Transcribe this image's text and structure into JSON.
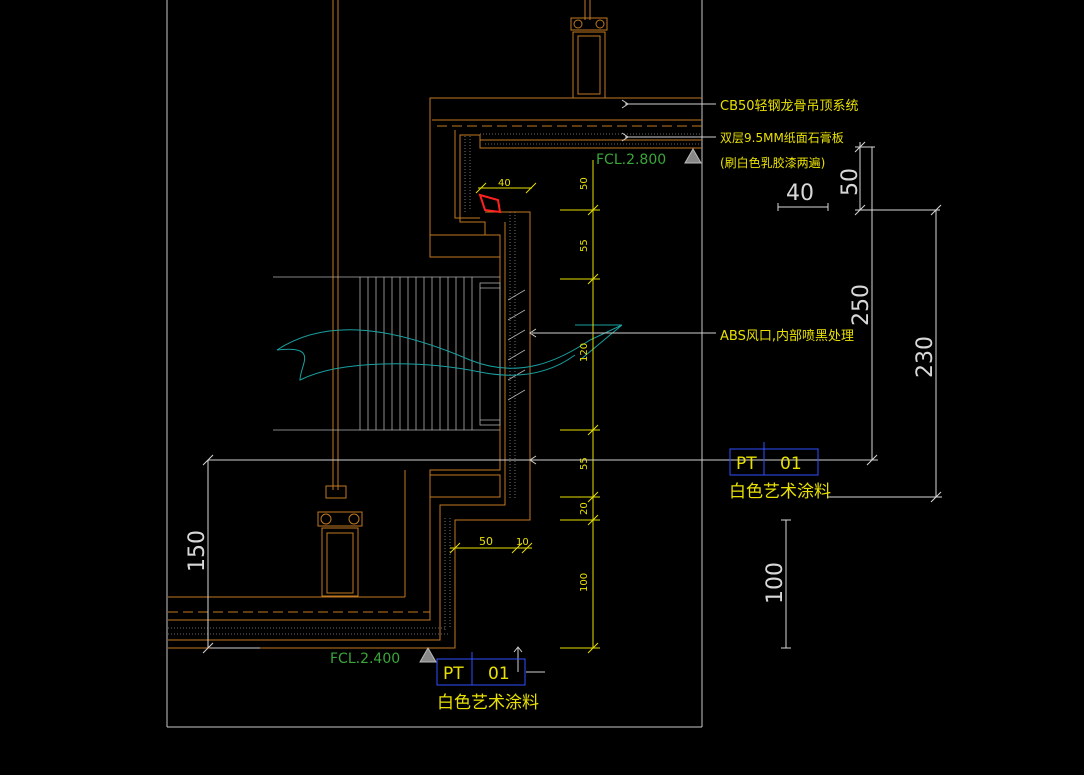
{
  "drawing": {
    "annotations": {
      "cb50": "CB50轻钢龙骨吊顶系统",
      "board_line1": "双层9.5MM纸面石膏板",
      "board_line2": "(刷白色乳胶漆两遍)",
      "abs": "ABS风口,内部喷黑处理",
      "fcl_upper": "FCL.2.800",
      "fcl_lower": "FCL.2.400"
    },
    "tags": {
      "right": {
        "code": "PT",
        "num": "01",
        "label": "白色艺术涂料"
      },
      "bottom": {
        "code": "PT",
        "num": "01",
        "label": "白色艺术涂料"
      }
    },
    "dims": {
      "d40_top": "40",
      "d50_v1": "50",
      "d55_v": "55",
      "d120_v": "120",
      "d55_v2": "55",
      "d20_v": "20",
      "d100_v": "100",
      "d50_h": "50",
      "d10_h": "10",
      "big_40": "40",
      "big_50": "50",
      "big_250": "250",
      "big_230": "230",
      "big_150": "150",
      "big_100": "100"
    },
    "colors": {
      "background": "#000000",
      "frame": "#c8c8c8",
      "structure": "#c07820",
      "dimension": "#e8e000",
      "text": "#e8e000",
      "green_text": "#3aa63a",
      "grille": "#b0b0b0",
      "airflow": "#1aa0a0",
      "tag_box": "#3050ff",
      "leader": "#d0d0d0",
      "highlight": "#ff2020"
    }
  }
}
